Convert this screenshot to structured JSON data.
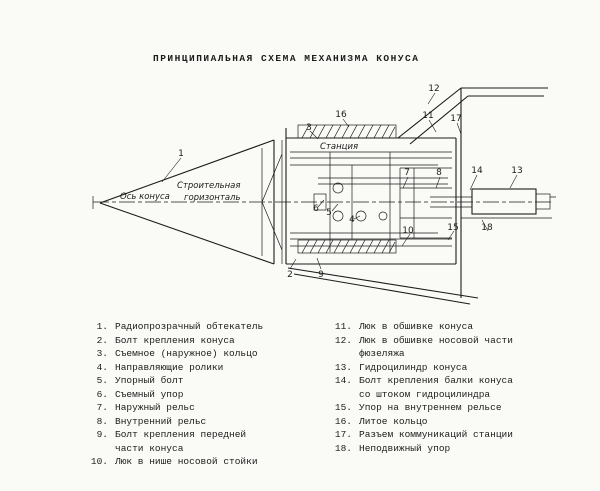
{
  "title": "ПРИНЦИПИАЛЬНАЯ СХЕМА МЕХАНИЗМА КОНУСА",
  "diagram": {
    "labels": {
      "construction_horizontal_1": "Строительная",
      "construction_horizontal_2": "горизонталь",
      "cone_axis": "Ось конуса",
      "station": "Станция"
    },
    "callouts": [
      "1",
      "2",
      "3",
      "4",
      "5",
      "6",
      "7",
      "8",
      "9",
      "10",
      "11",
      "12",
      "13",
      "14",
      "15",
      "16",
      "17",
      "18"
    ]
  },
  "legend": {
    "left": [
      {
        "num": "1.",
        "text": "Радиопрозрачный обтекатель"
      },
      {
        "num": "2.",
        "text": "Болт крепления конуса"
      },
      {
        "num": "3.",
        "text": "Съемное (наружное) кольцо"
      },
      {
        "num": "4.",
        "text": "Направляющие ролики"
      },
      {
        "num": "5.",
        "text": "Упорный болт"
      },
      {
        "num": "6.",
        "text": "Съемный упор"
      },
      {
        "num": "7.",
        "text": "Наружный рельс"
      },
      {
        "num": "8.",
        "text": "Внутренний рельс"
      },
      {
        "num": "9.",
        "text": "Болт крепления передней части конуса"
      },
      {
        "num": "10.",
        "text": "Люк в нише носовой стойки"
      }
    ],
    "right": [
      {
        "num": "11.",
        "text": "Люк в обшивке конуса"
      },
      {
        "num": "12.",
        "text": "Люк в обшивке носовой части фюзеляжа"
      },
      {
        "num": "13.",
        "text": "Гидроцилиндр конуса"
      },
      {
        "num": "14.",
        "text": "Болт крепления балки конуса со штоком гидроцилиндра"
      },
      {
        "num": "15.",
        "text": "Упор на внутреннем рельсе"
      },
      {
        "num": "16.",
        "text": "Литое кольцо"
      },
      {
        "num": "17.",
        "text": "Разъем коммуникаций станции"
      },
      {
        "num": "18.",
        "text": "Неподвижный упор"
      }
    ]
  }
}
